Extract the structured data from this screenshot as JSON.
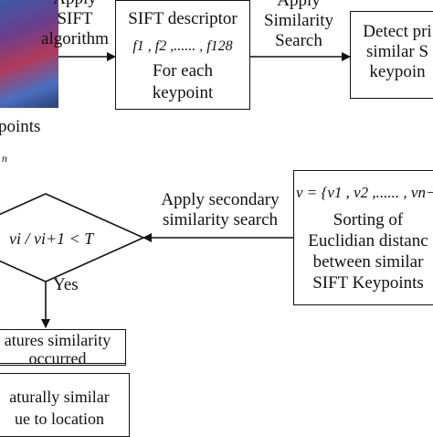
{
  "nodes": {
    "apply_sift": {
      "lines": [
        "Apply",
        "SIFT",
        "algorithm"
      ]
    },
    "keypoints_label": {
      "text": "points"
    },
    "keypoints_sub": {
      "text": "n"
    },
    "sift_descriptor": {
      "title": "SIFT descriptor",
      "formula": "f1 , f2 ,...... , f128",
      "line3": "For each",
      "line4": "keypoint"
    },
    "apply_similarity": {
      "lines": [
        "Apply",
        "Similarity",
        "Search"
      ]
    },
    "detect": {
      "lines": [
        "Detect pri",
        "similar S",
        "keypoin"
      ]
    },
    "sorting": {
      "formula": "v = {v1 , v2 ,...... , vn−",
      "lines": [
        "Sorting of",
        "Euclidian distanc",
        "between similar",
        "SIFT Keypoints"
      ]
    },
    "apply_secondary": {
      "lines": [
        "Apply secondary",
        "similarity search"
      ]
    },
    "decision": {
      "formula": "vi / vi+1 < T"
    },
    "yes_label": {
      "text": "Yes"
    },
    "features": {
      "lines": [
        "atures similarity",
        "occurred"
      ]
    },
    "naturally": {
      "lines": [
        "aturally similar",
        "ue to location"
      ]
    }
  },
  "colors": {
    "stroke": "#111111",
    "background": "#ffffff"
  }
}
